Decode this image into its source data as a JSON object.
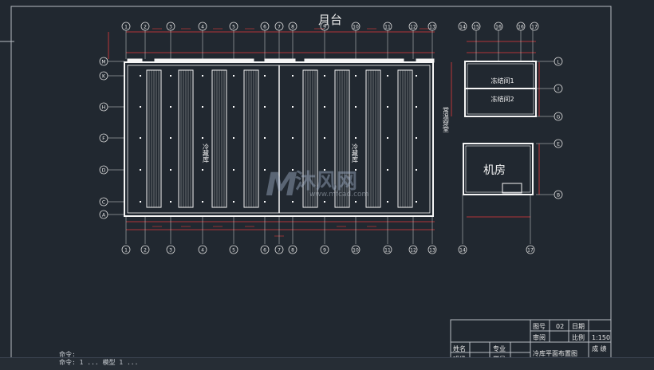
{
  "title_top": "月台",
  "grid_labels_top": [
    "1",
    "2",
    "3",
    "4",
    "5",
    "6",
    "7",
    "8",
    "9",
    "10",
    "11",
    "12",
    "13"
  ],
  "grid_labels_right_top": [
    "14",
    "15",
    "16",
    "16",
    "17"
  ],
  "grid_labels_left": [
    "M",
    "K",
    "H",
    "F",
    "D",
    "C",
    "A"
  ],
  "grid_labels_bottom": [
    "1",
    "2",
    "3",
    "4",
    "5",
    "6",
    "7",
    "8",
    "9",
    "10",
    "11",
    "12",
    "13"
  ],
  "grid_labels_bottom_right": [
    "14",
    "17"
  ],
  "right_row_labels": [
    "L",
    "I",
    "G",
    "E",
    "B"
  ],
  "rooms": {
    "cold_left": "冷藏库",
    "cold_right": "冷藏库",
    "freeze1": "冻结间1",
    "freeze2": "冻结间2",
    "corridor": "常温穿堂",
    "machine": "机房"
  },
  "watermark": {
    "brand": "沐风网",
    "url": "www.mfcad.com"
  },
  "title_block": {
    "fig_no_label": "图号",
    "fig_no": "02",
    "date_label": "日期",
    "review_label": "审阅",
    "scale_label": "比例",
    "scale": "1:150",
    "grade_label": "成 绩",
    "name_label": "姓名",
    "major_label": "专业",
    "class_label": "班级",
    "student_id_label": "学号",
    "drawing_title": "冷库平面布置图"
  },
  "command_line": {
    "prefix": "命令:",
    "text": "命令: 1 ...   模型 1 ..."
  },
  "colors": {
    "background": "#212830",
    "wall": "#f5f5f5",
    "dimension": "#e23a3a",
    "grid": "#d8d8d8",
    "frame": "#b8bcc2"
  }
}
